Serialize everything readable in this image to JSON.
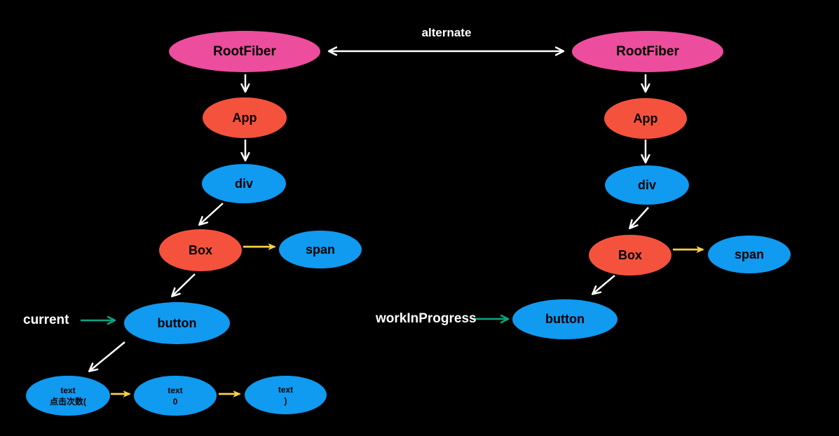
{
  "diagram": {
    "alternate_label": "alternate",
    "current_pointer_label": "current",
    "wip_pointer_label": "workInProgress",
    "current_tree": {
      "root_fiber": "RootFiber",
      "app": "App",
      "div": "div",
      "box": "Box",
      "span": "span",
      "button": "button",
      "text1": {
        "label": "text",
        "value": "点击次数("
      },
      "text2": {
        "label": "text",
        "value": "0"
      },
      "text3": {
        "label": "text",
        "value": ")"
      }
    },
    "wip_tree": {
      "root_fiber": "RootFiber",
      "app": "App",
      "div": "div",
      "box": "Box",
      "span": "span",
      "button": "button"
    },
    "colors": {
      "background": "#000000",
      "root_fiber_node": "#ec4d9c",
      "component_node": "#f5523d",
      "host_node": "#109af0",
      "child_arrow": "#ffffff",
      "sibling_arrow": "#f7d048",
      "pointer_arrow": "#0ba784",
      "label_text": "#ffffff",
      "node_text": "#000000"
    }
  }
}
